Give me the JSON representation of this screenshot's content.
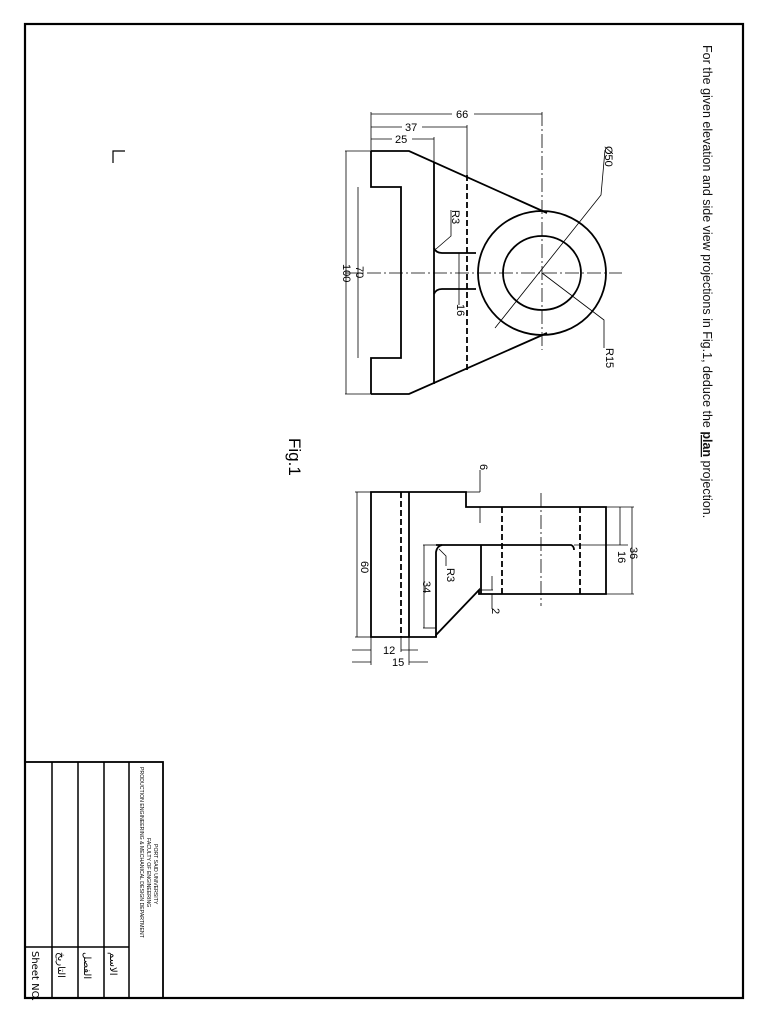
{
  "instruction": {
    "prefix": "For the given elevation and side view projections in Fig.1, deduce the ",
    "emphasis": "plan",
    "suffix": " projection."
  },
  "figure_label": "Fig.1",
  "elevation_view": {
    "dimensions": {
      "width_overall": "66",
      "width_mid": "37",
      "width_base": "25",
      "height_overall": "100",
      "slot_height": "70",
      "rib_thickness": "16",
      "fillet_radius": "R3",
      "boss_diameter": "Ø50",
      "hole_radius": "R15"
    }
  },
  "side_view": {
    "dimensions": {
      "top_step": "6",
      "boss_length": "36",
      "boss_inner": "16",
      "height": "60",
      "rib_height": "34",
      "fillet_radius": "R3",
      "gap": "2",
      "base_thickness_a": "12",
      "base_thickness_b": "15"
    }
  },
  "title_block": {
    "university": "PORT SAID UNIVERSITY",
    "faculty": "FACULTY OF ENGINEERING",
    "department": "PRODUCTION ENGINEERING & MECHANICAL DESIGN DEPARTMENT",
    "fields": {
      "name": "الاسم",
      "class": "الفصل",
      "date": "التاريخ",
      "sheet": "Sheet NO."
    }
  }
}
